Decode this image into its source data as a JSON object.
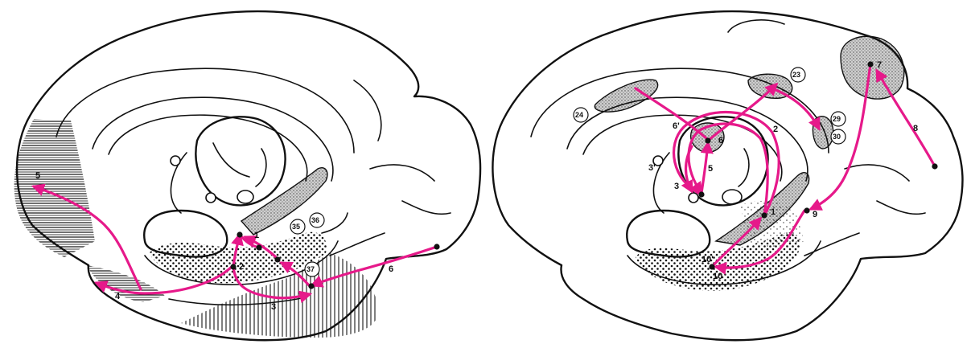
{
  "colors": {
    "pathway": "#e6198a",
    "ink": "#111111",
    "background": "#ffffff"
  },
  "left_panel": {
    "pathway_numbers": {
      "n1": "1",
      "n2": "2",
      "n3": "3",
      "n4": "4",
      "n5": "5",
      "n6": "6"
    },
    "circled_areas": {
      "a35": "35",
      "a36": "36",
      "a37": "37"
    }
  },
  "right_panel": {
    "pathway_numbers": {
      "n2": "2",
      "n3": "3",
      "n3p": "3'",
      "n5": "5",
      "n6": "6",
      "n6p": "6'",
      "n7": "7",
      "n8": "8",
      "n9": "9",
      "n10": "10",
      "n10p": "10'",
      "n1": "1"
    },
    "circled_areas": {
      "a23": "23",
      "a24": "24",
      "a29": "29",
      "a30": "30"
    }
  }
}
